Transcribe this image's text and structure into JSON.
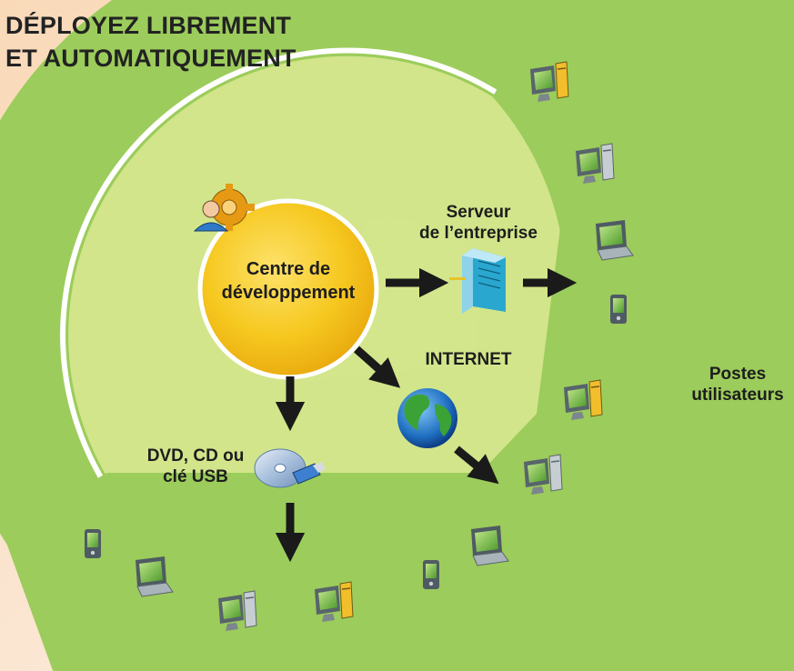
{
  "title": {
    "line1": "DÉPLOYEZ LIBREMENT",
    "line2": "ET AUTOMATIQUEMENT"
  },
  "center": {
    "line1": "Centre de",
    "line2": "développement"
  },
  "server": {
    "line1": "Serveur",
    "line2": "de l’entreprise"
  },
  "internet": {
    "label": "INTERNET"
  },
  "media": {
    "line1": "DVD, CD ou",
    "line2": "clé USB"
  },
  "workstations": {
    "line1": "Postes",
    "line2": "utilisateurs"
  },
  "colors": {
    "outer_ring": "#9ccc5b",
    "inner_ring": "#d2e58a",
    "grey_ring": "#c7c7c7",
    "center_circle": "#f6c81f",
    "arrow": "#1a1a1a"
  }
}
